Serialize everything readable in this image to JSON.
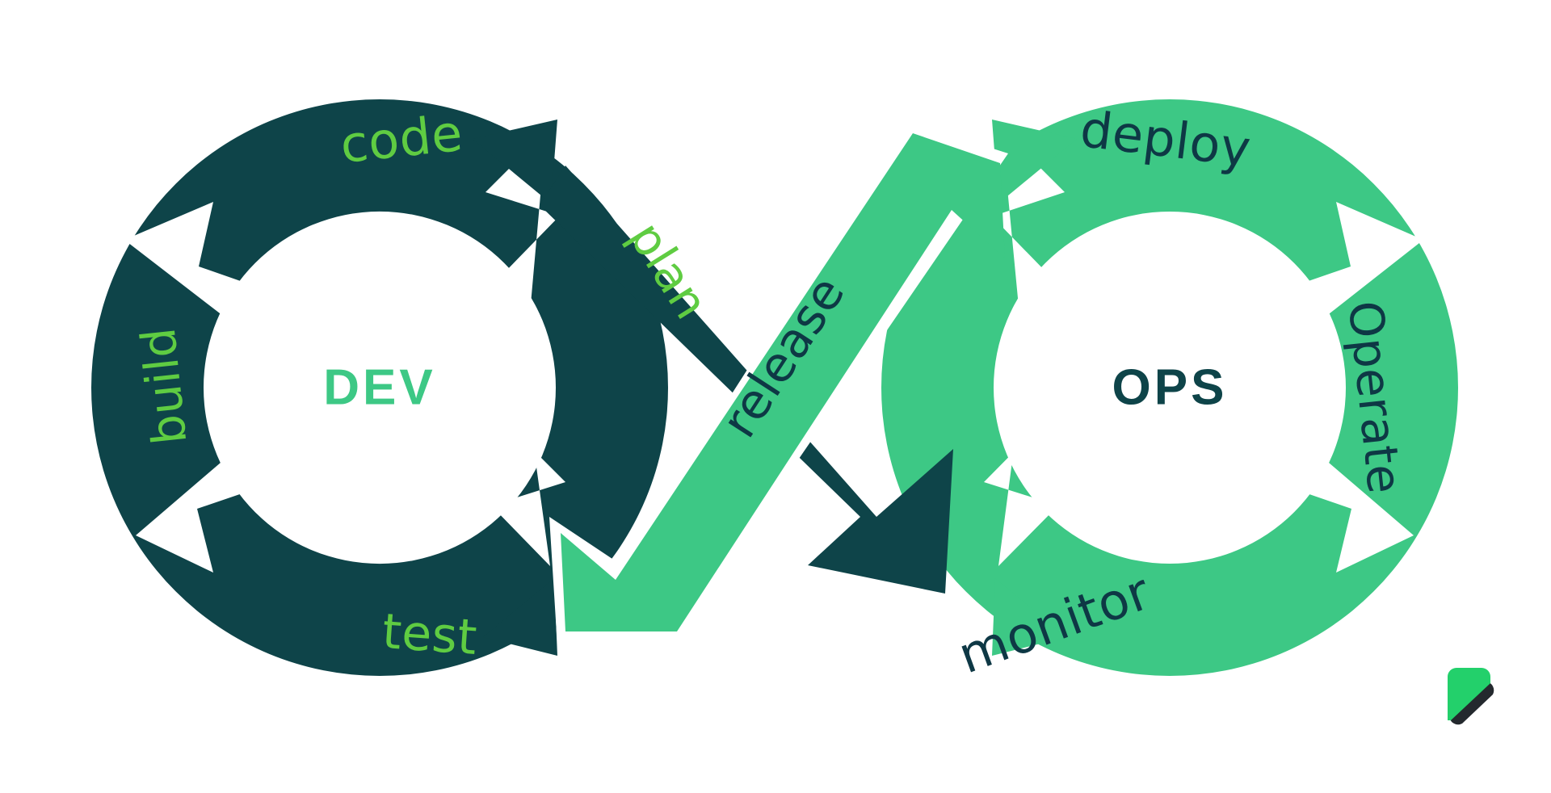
{
  "diagram": {
    "title": "DevOps Infinity Loop",
    "background_color": "#ffffff",
    "colors": {
      "dev_arc": "#0E4449",
      "ops_arc": "#3DC885",
      "dev_label_text": "#5FCC42",
      "ops_label_text": "#0E3845",
      "dev_center_text": "#3DC885",
      "ops_center_text": "#0E4449",
      "gap": "#ffffff"
    },
    "dev": {
      "center_label": "DEV",
      "arc_color": "#0E4449",
      "label_color": "#5FCC42",
      "stages": [
        {
          "id": "code",
          "label": "code",
          "position": "top"
        },
        {
          "id": "plan",
          "label": "plan",
          "position": "upper-right"
        },
        {
          "id": "test",
          "label": "test",
          "position": "bottom"
        },
        {
          "id": "build",
          "label": "build",
          "position": "left"
        }
      ]
    },
    "ops": {
      "center_label": "OPS",
      "arc_color": "#3DC885",
      "label_color": "#0E3845",
      "stages": [
        {
          "id": "deploy",
          "label": "deploy",
          "position": "top"
        },
        {
          "id": "operate",
          "label": "Operate",
          "position": "right"
        },
        {
          "id": "monitor",
          "label": "monitor",
          "position": "bottom"
        },
        {
          "id": "release",
          "label": "release",
          "position": "crossover"
        }
      ]
    },
    "logo": {
      "name": "brand-logo",
      "top_color": "#23D06B",
      "bottom_color": "#24292E"
    }
  }
}
